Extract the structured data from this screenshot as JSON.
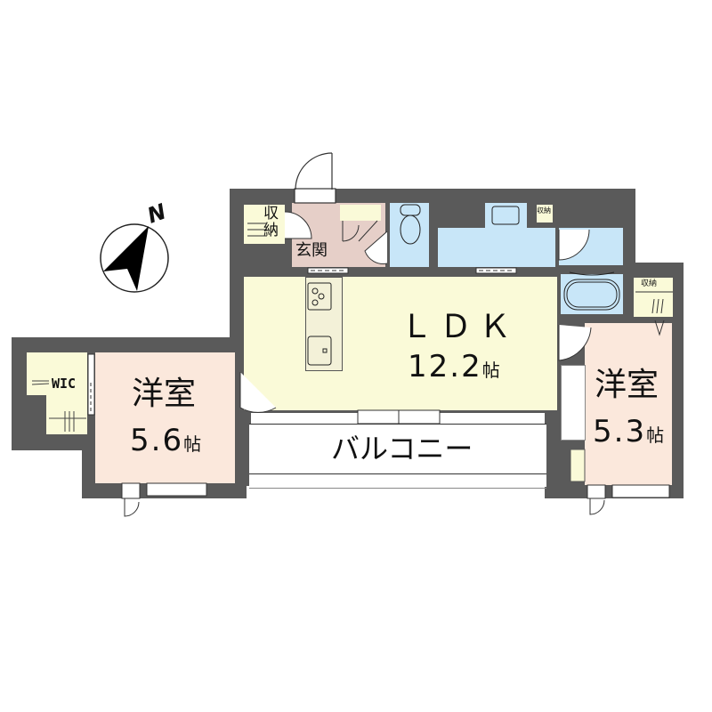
{
  "floor_plan": {
    "compass": {
      "label": "N",
      "icon": "north-arrow-icon"
    },
    "rooms": {
      "ldk": {
        "name": "ＬＤＫ",
        "area": "12.2",
        "unit": "帖",
        "color": "#fafad8"
      },
      "western_room_left": {
        "name": "洋室",
        "area": "5.6",
        "unit": "帖",
        "color": "#fbe8dc"
      },
      "western_room_right": {
        "name": "洋室",
        "area": "5.3",
        "unit": "帖",
        "color": "#fbe8dc"
      },
      "entrance": {
        "name": "玄関",
        "color": "#e6cfc8"
      },
      "storage_entrance": {
        "name_line1": "収",
        "name_line2": "納",
        "color": "#fafad8"
      },
      "storage_small": {
        "name": "収納"
      },
      "storage_right": {
        "name": "収納"
      },
      "wic": {
        "name": "WIC"
      },
      "balcony": {
        "name": "バルコニー"
      }
    },
    "colors": {
      "wall": "#5a5a5a",
      "wet_area": "#c8e6f8",
      "outline": "#333333"
    }
  }
}
